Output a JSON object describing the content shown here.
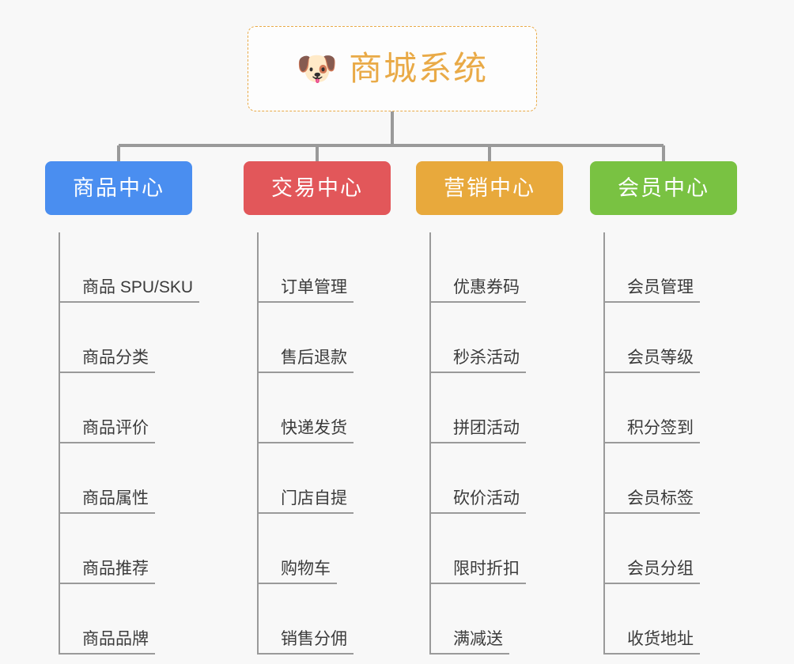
{
  "page": {
    "background_color": "#f8f8f8",
    "connector_color": "#9a9a9a",
    "leaf_text_color": "#3b3b3b"
  },
  "root": {
    "icon": "🐶",
    "icon_name": "shiba-dog-face-icon",
    "title": "商城系统",
    "text_color": "#e9aa47",
    "border_color": "#e9aa47",
    "background_color": "#fdfdfd"
  },
  "columns": [
    {
      "id": "product-center",
      "label": "商品中心",
      "color": "#4a8ef0",
      "text_color": "#ffffff",
      "items": [
        "商品 SPU/SKU",
        "商品分类",
        "商品评价",
        "商品属性",
        "商品推荐",
        "商品品牌"
      ]
    },
    {
      "id": "trade-center",
      "label": "交易中心",
      "color": "#e2575a",
      "text_color": "#ffffff",
      "items": [
        "订单管理",
        "售后退款",
        "快递发货",
        "门店自提",
        "购物车",
        "销售分佣"
      ]
    },
    {
      "id": "marketing-center",
      "label": "营销中心",
      "color": "#e8a93c",
      "text_color": "#ffffff",
      "items": [
        "优惠券码",
        "秒杀活动",
        "拼团活动",
        "砍价活动",
        "限时折扣",
        "满减送"
      ]
    },
    {
      "id": "member-center",
      "label": "会员中心",
      "color": "#79c242",
      "text_color": "#ffffff",
      "items": [
        "会员管理",
        "会员等级",
        "积分签到",
        "会员标签",
        "会员分组",
        "收货地址"
      ]
    }
  ]
}
